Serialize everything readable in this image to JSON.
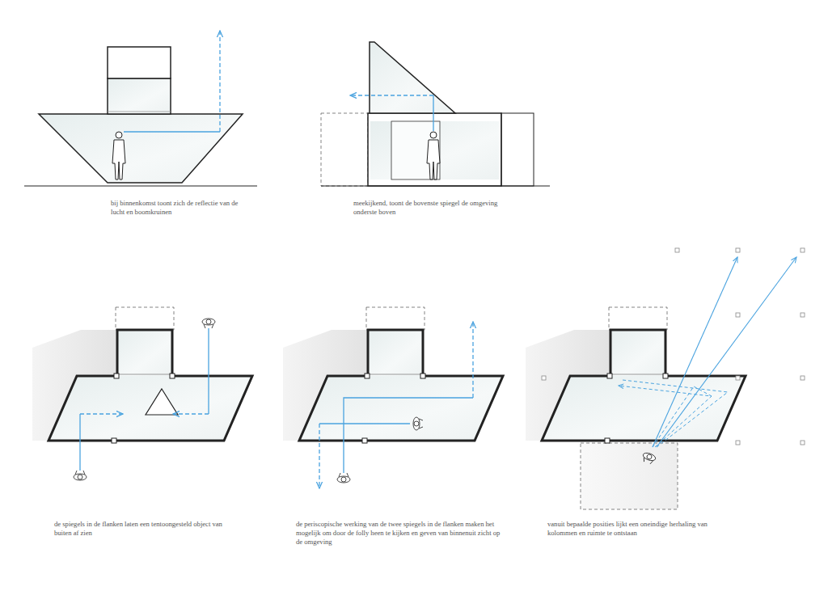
{
  "diagram": {
    "labels": [
      "bij binnenkomst toont zich de reflectie van de lucht en boomkruinen",
      "meekijkend, toont de bovenste spiegel de omgeving onderste boven",
      "de spiegels in de flanken laten een tentoongesteld object van buiten af zien",
      "de periscopische werking van de twee spiegels in de flanken maken het mogelijk om door de folly heen te kijken en geven van binnenuit zicht op de omgeving",
      "vanuit bepaalde posities lijkt een oneindige herhaling van kolommen en ruimte te ontstaan"
    ]
  }
}
